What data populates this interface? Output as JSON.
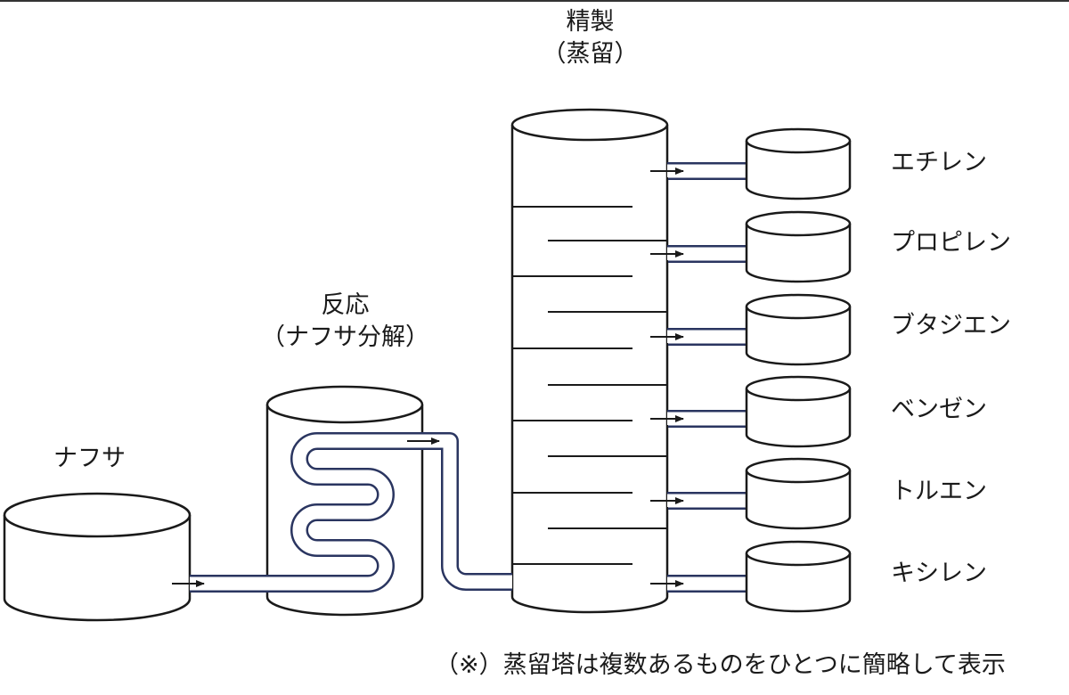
{
  "labels": {
    "feed": "ナフサ",
    "reaction_title": "反応",
    "reaction_sub": "（ナフサ分解）",
    "refining_title": "精製",
    "refining_sub": "（蒸留）"
  },
  "products": [
    "エチレン",
    "プロピレン",
    "ブタジエン",
    "ベンゼン",
    "トルエン",
    "キシレン"
  ],
  "note": "（※）蒸留塔は複数あるものをひとつに簡略して表示",
  "colors": {
    "pipe": "#2a3560",
    "line": "#1a1a1a",
    "background": "#ffffff"
  }
}
